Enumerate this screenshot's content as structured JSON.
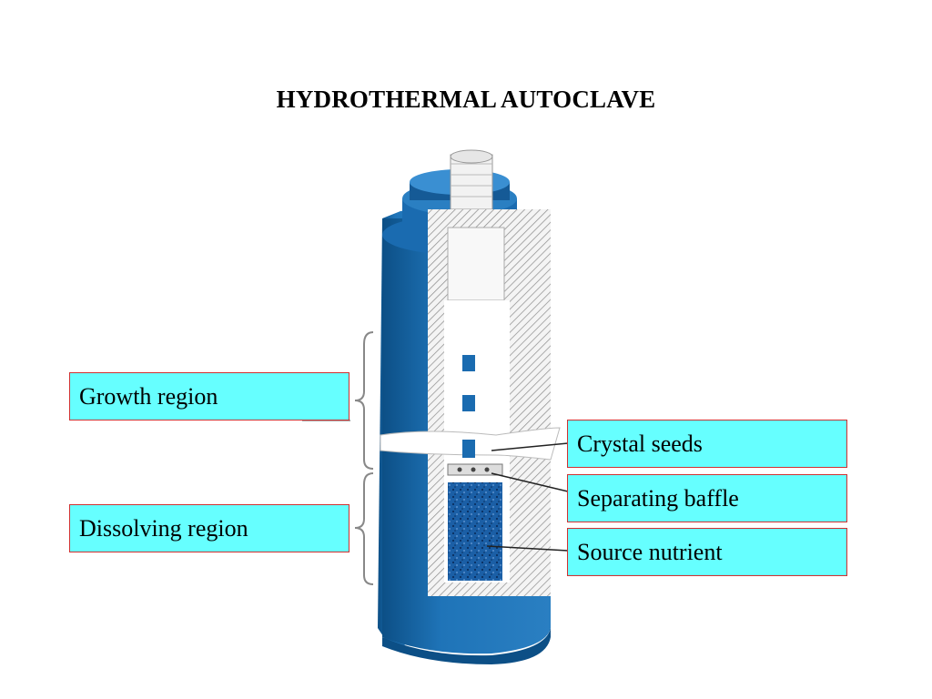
{
  "title": "HYDROTHERMAL AUTOCLAVE",
  "labels": {
    "growth_region": "Growth region",
    "dissolving_region": "Dissolving region",
    "crystal_seeds": "Crystal seeds",
    "separating_baffle": "Separating baffle",
    "source_nutrient": "Source nutrient"
  },
  "colors": {
    "vessel_blue": "#1f74b8",
    "vessel_dark": "#0c4f86",
    "label_fill": "#66ffff",
    "label_border": "#d03030"
  }
}
